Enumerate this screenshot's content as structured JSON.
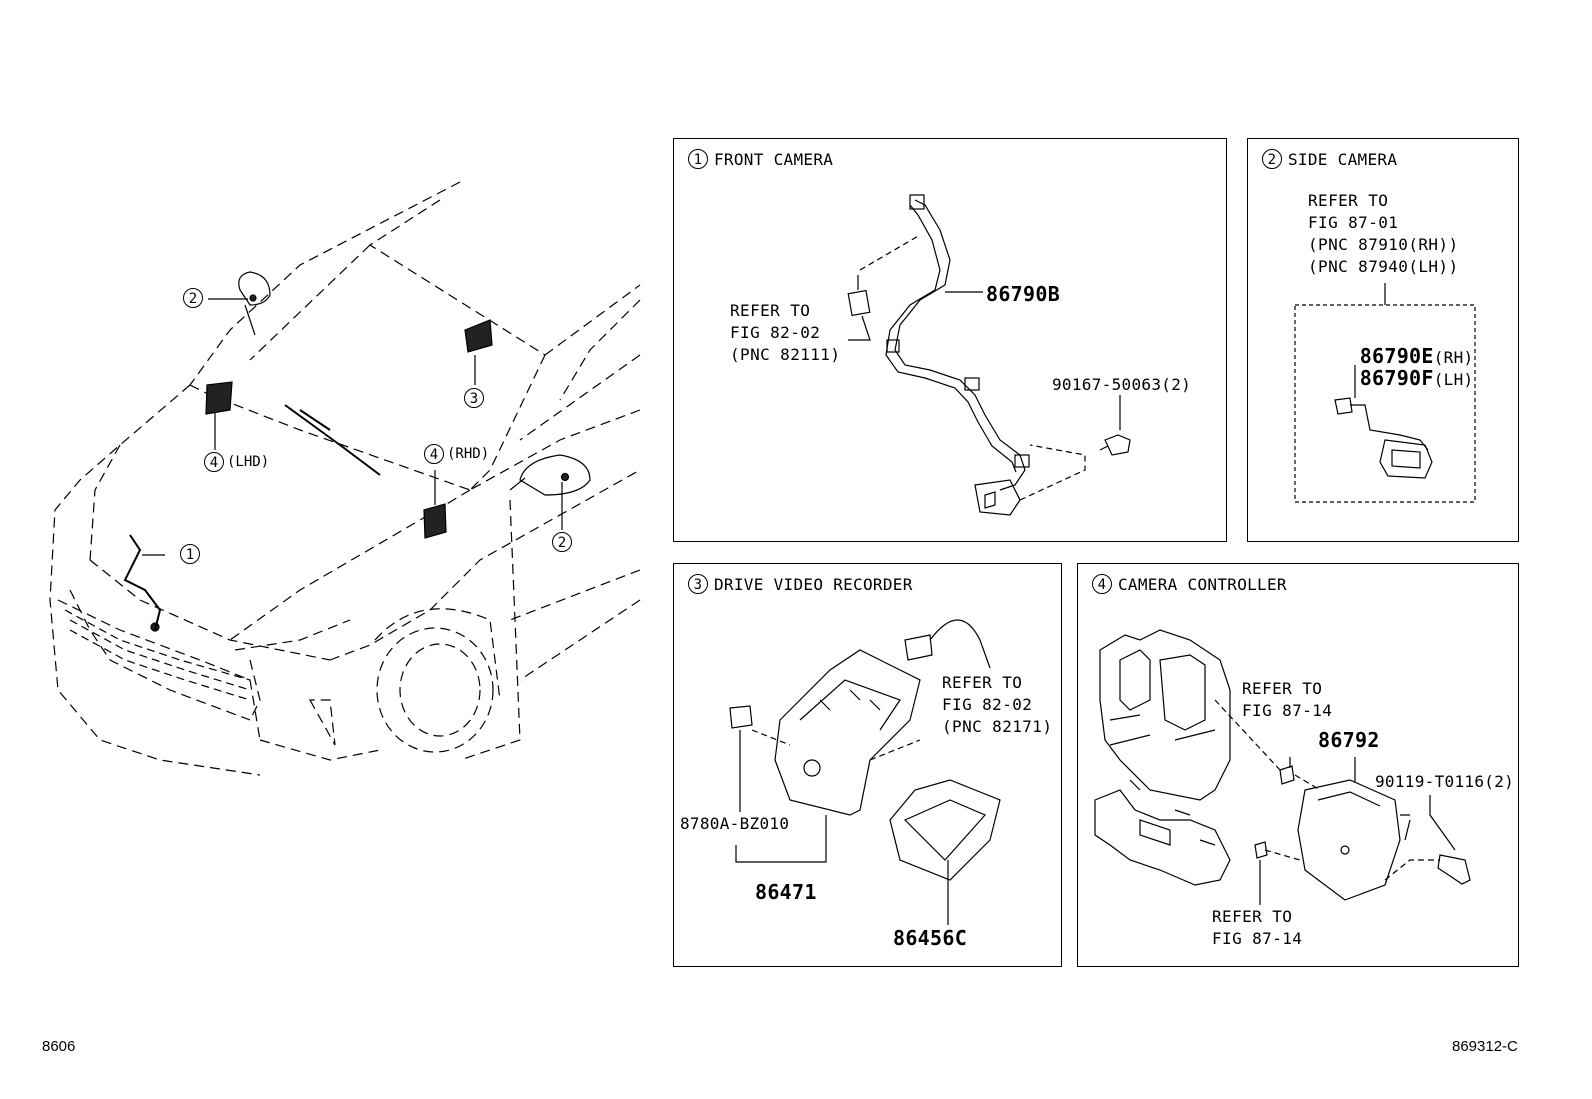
{
  "callouts": {
    "mirror_left": "2",
    "mirror_right": "2",
    "dvr": "3",
    "ctrl_lhd_num": "4",
    "ctrl_lhd_label": "(LHD)",
    "ctrl_rhd_num": "4",
    "ctrl_rhd_label": "(RHD)",
    "front_cam": "1"
  },
  "panels": {
    "front_camera": {
      "num": "1",
      "title": "FRONT CAMERA",
      "refer": "REFER TO\nFIG 82-02\n(PNC 82111)",
      "part_harness": "86790B",
      "part_bolt": "90167-50063(2)"
    },
    "side_camera": {
      "num": "2",
      "title": "SIDE CAMERA",
      "refer": "REFER TO\nFIG 87-01\n(PNC 87910(RH))\n(PNC 87940(LH))",
      "part_rh": "86790E",
      "part_rh_suffix": "(RH)",
      "part_lh": "86790F",
      "part_lh_suffix": "(LH)"
    },
    "drive_video_recorder": {
      "num": "3",
      "title": "DRIVE VIDEO RECORDER",
      "refer": "REFER TO\nFIG 82-02\n(PNC 82171)",
      "part_label": "8780A-BZ010",
      "part_main": "86471",
      "part_cover": "86456C"
    },
    "camera_controller": {
      "num": "4",
      "title": "CAMERA CONTROLLER",
      "refer_top": "REFER TO\nFIG 87-14",
      "refer_bottom": "REFER TO\nFIG 87-14",
      "part_main": "86792",
      "part_bolt": "90119-T0116(2)"
    }
  },
  "footer": {
    "left": "8606",
    "right": "869312-C"
  }
}
